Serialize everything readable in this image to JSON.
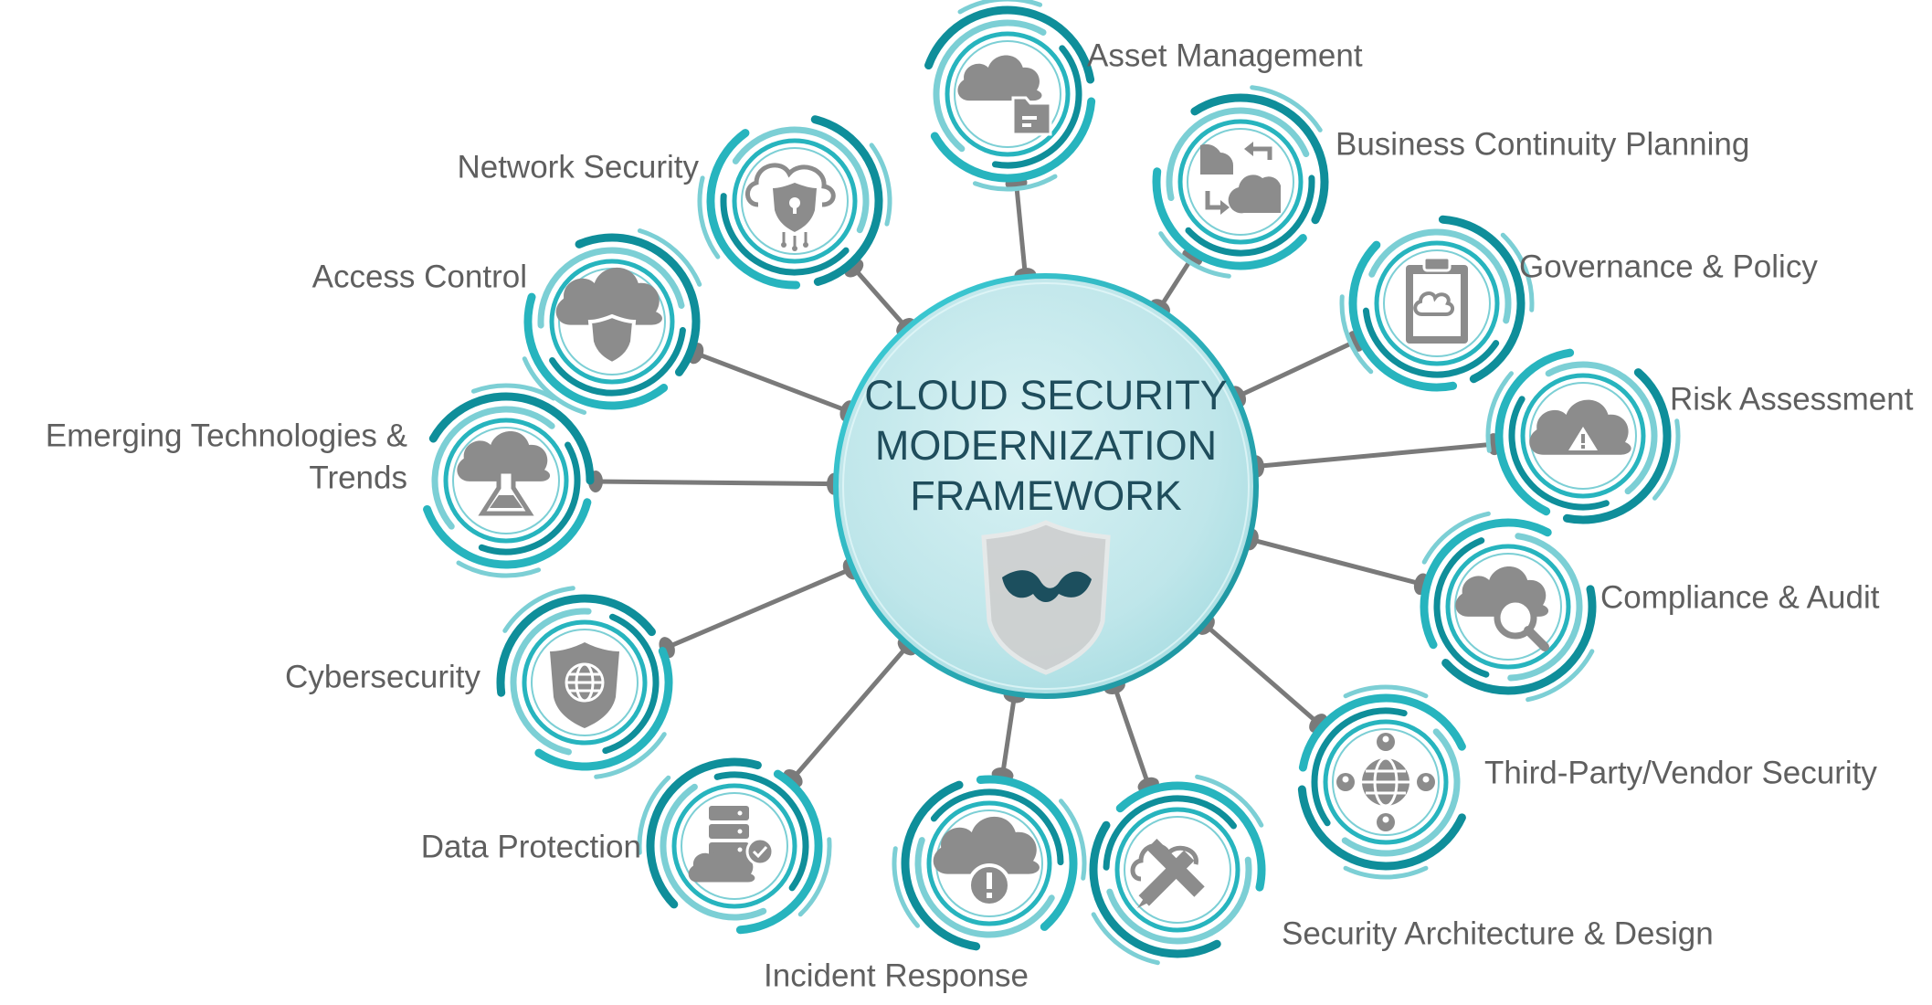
{
  "center": {
    "title_lines": [
      "CLOUD SECURITY",
      "MODERNIZATION",
      "FRAMEWORK"
    ],
    "logo": "shield-logo-icon"
  },
  "colors": {
    "ring_dark": "#0f8e9a",
    "ring_mid": "#27b4be",
    "ring_light": "#7ccfd5",
    "connector": "#7a7a7a",
    "icon_fill": "#8c8c8c",
    "center_fill": "#bfe6ea",
    "label_text": "#5f5f5f",
    "title_text": "#1f4d5c"
  },
  "nodes": [
    {
      "label_lines": [
        "Asset Management"
      ],
      "icon": "cloud-gear-folder-icon"
    },
    {
      "label_lines": [
        "Business Continuity Planning"
      ],
      "icon": "cloud-sync-arrows-icon"
    },
    {
      "label_lines": [
        "Governance & Policy"
      ],
      "icon": "clipboard-cloud-icon"
    },
    {
      "label_lines": [
        "Risk Assessment"
      ],
      "icon": "cloud-warning-icon"
    },
    {
      "label_lines": [
        "Compliance & Audit"
      ],
      "icon": "cloud-magnifier-icon"
    },
    {
      "label_lines": [
        "Third-Party/Vendor Security"
      ],
      "icon": "globe-network-users-icon"
    },
    {
      "label_lines": [
        "Security Architecture & Design"
      ],
      "icon": "cloud-pencil-ruler-icon"
    },
    {
      "label_lines": [
        "Incident Response"
      ],
      "icon": "cloud-alert-icon"
    },
    {
      "label_lines": [
        "Data Protection"
      ],
      "icon": "database-cloud-check-icon"
    },
    {
      "label_lines": [
        "Cybersecurity"
      ],
      "icon": "shield-globe-icon"
    },
    {
      "label_lines": [
        "Emerging Technologies &",
        "Trends"
      ],
      "icon": "cloud-flask-icon"
    },
    {
      "label_lines": [
        "Access Control"
      ],
      "icon": "cloud-shield-icon"
    },
    {
      "label_lines": [
        "Network Security"
      ],
      "icon": "cloud-shield-lock-circuit-icon"
    }
  ]
}
